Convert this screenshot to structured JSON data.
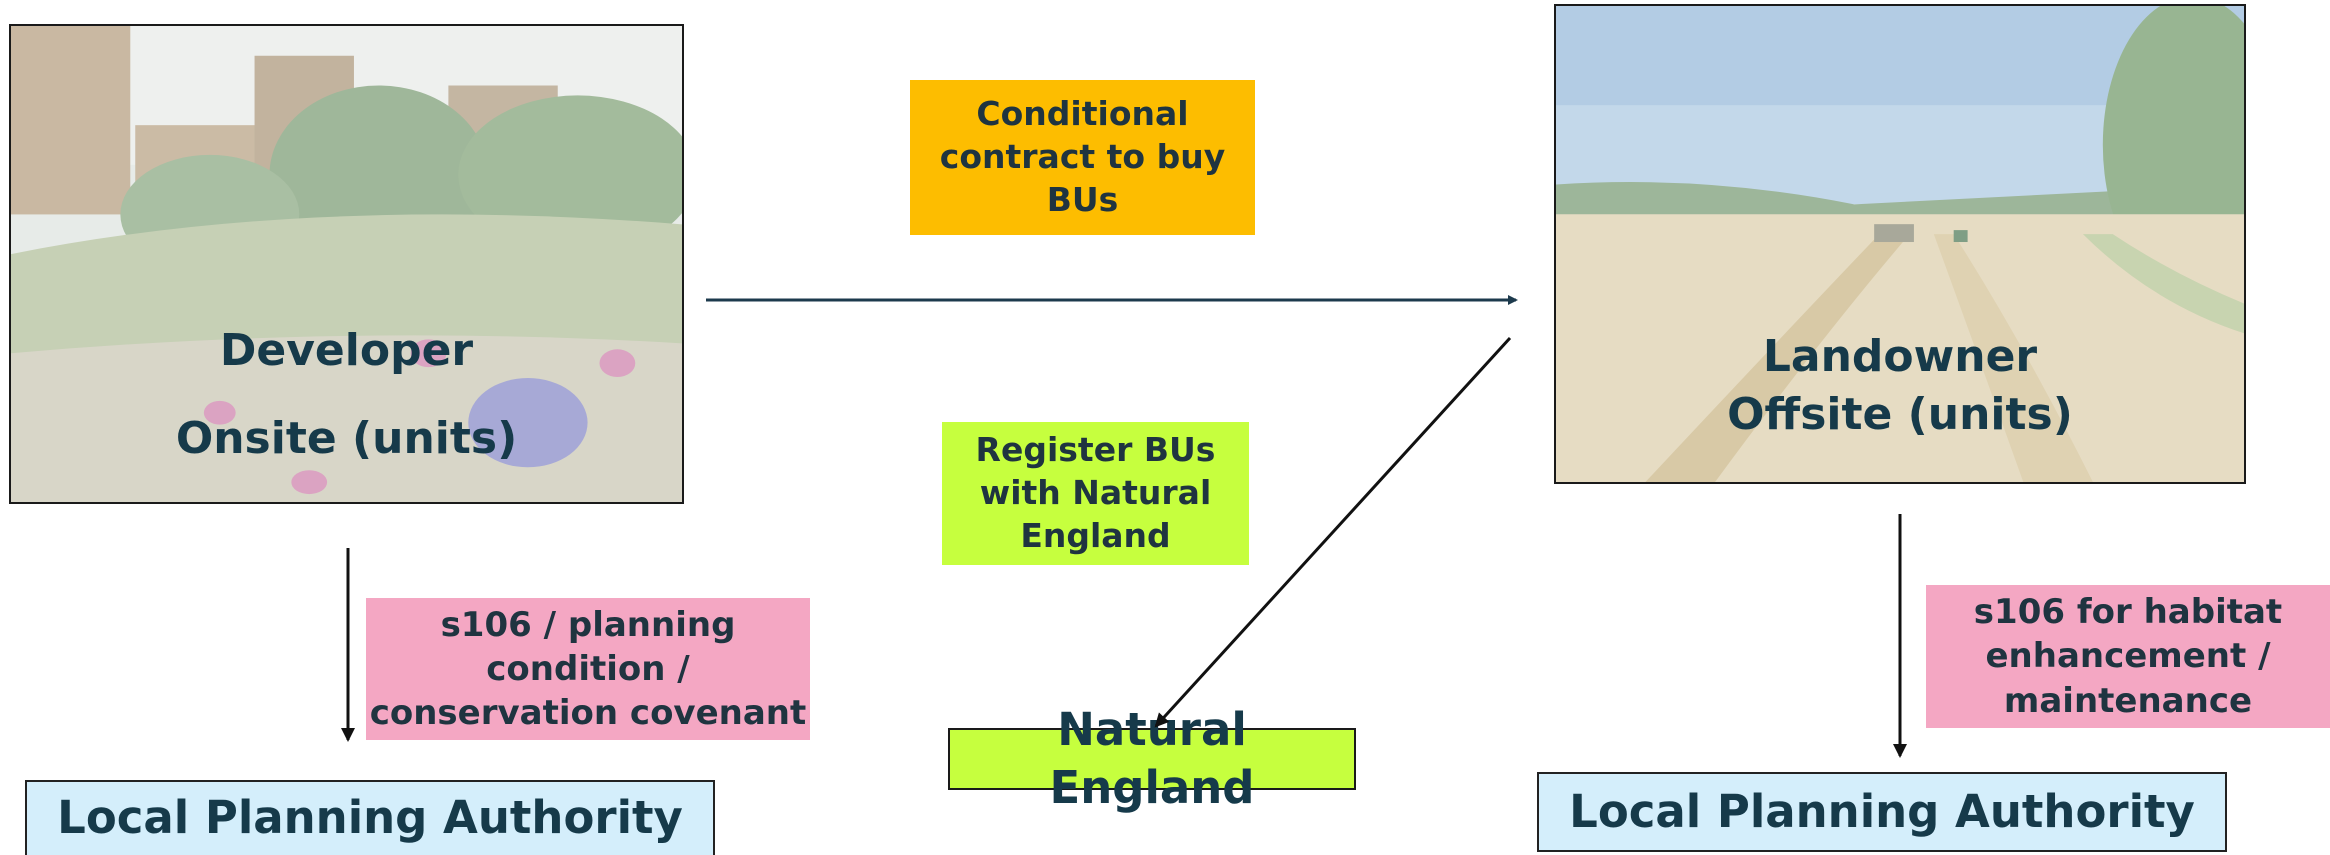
{
  "developer": {
    "line1": "Developer",
    "line2": "Onsite (units)"
  },
  "landowner": {
    "line1": "Landowner",
    "line2": "Offsite (units)"
  },
  "labels": {
    "contract": [
      "Conditional",
      "contract to buy",
      "BUs"
    ],
    "register": [
      "Register BUs",
      "with Natural",
      "England"
    ],
    "dev_s106": [
      "s106 / planning",
      "condition /",
      "conservation covenant"
    ],
    "land_s106": [
      "s106 for habitat",
      "enhancement /",
      "maintenance"
    ]
  },
  "natural_england": "Natural England",
  "lpa_left": "Local Planning Authority",
  "lpa_right": "Local Planning Authority",
  "colors": {
    "orange": "#fdbd00",
    "lime": "#c6ff3e",
    "pink": "#f4a7c3",
    "lpa_bg": "#d4eefb",
    "text": "#163a4a",
    "arrow": "#1c3a4d"
  }
}
